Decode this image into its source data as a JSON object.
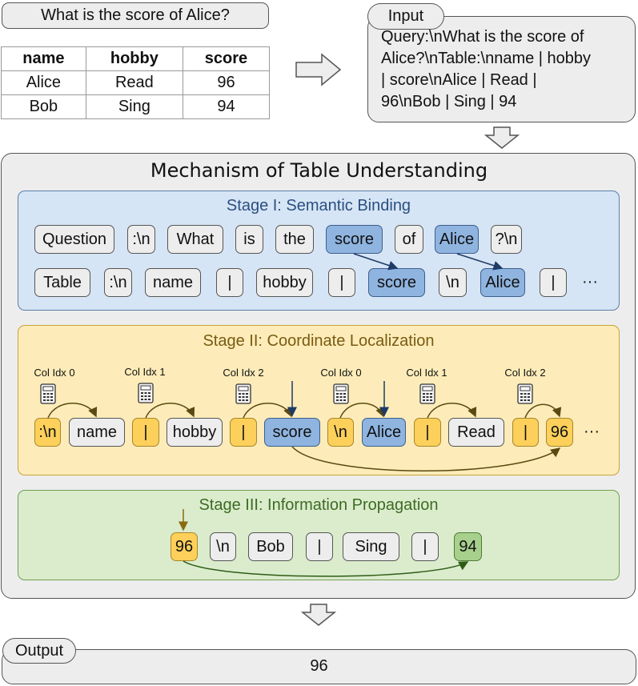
{
  "question": "What is the score of Alice?",
  "table": {
    "headers": [
      "name",
      "hobby",
      "score"
    ],
    "rows": [
      [
        "Alice",
        "Read",
        "96"
      ],
      [
        "Bob",
        "Sing",
        "94"
      ]
    ]
  },
  "input": {
    "label": "Input",
    "lines": [
      "Query:\\nWhat is the score of",
      "Alice?\\nTable:\\nname | hobby",
      "| score\\nAlice | Read |",
      "96\\nBob | Sing | 94"
    ]
  },
  "main_title": "Mechanism of Table Understanding",
  "stage1": {
    "title": "Stage I: Semantic Binding",
    "row1": [
      "Question",
      ":\\n",
      "What",
      "is",
      "the",
      "score",
      "of",
      "Alice",
      "?\\n"
    ],
    "row2": [
      "Table",
      ":\\n",
      "name",
      "|",
      "hobby",
      "|",
      "score",
      "\\n",
      "Alice",
      "|"
    ],
    "ellipsis": "···"
  },
  "stage2": {
    "title": "Stage II: Coordinate Localization",
    "col_idx": [
      "Col Idx 0",
      "Col Idx 1",
      "Col Idx 2",
      "Col Idx 0",
      "Col Idx 1",
      "Col Idx 2"
    ],
    "tokens": [
      ":\\n",
      "name",
      "|",
      "hobby",
      "|",
      "score",
      "\\n",
      "Alice",
      "|",
      "Read",
      "|",
      "96"
    ],
    "ellipsis": "···"
  },
  "stage3": {
    "title": "Stage III: Information Propagation",
    "tokens": [
      "96",
      "\\n",
      "Bob",
      "|",
      "Sing",
      "|",
      "94"
    ]
  },
  "output": {
    "label": "Output",
    "value": "96"
  },
  "colors": {
    "blue_fill": "#8fb4e0",
    "yellow_fill": "#fcd05a",
    "green_fill": "#a8d08d",
    "stage1_bg": "#d6e5f5",
    "stage2_bg": "#fdecb9",
    "stage3_bg": "#dbeccd"
  }
}
